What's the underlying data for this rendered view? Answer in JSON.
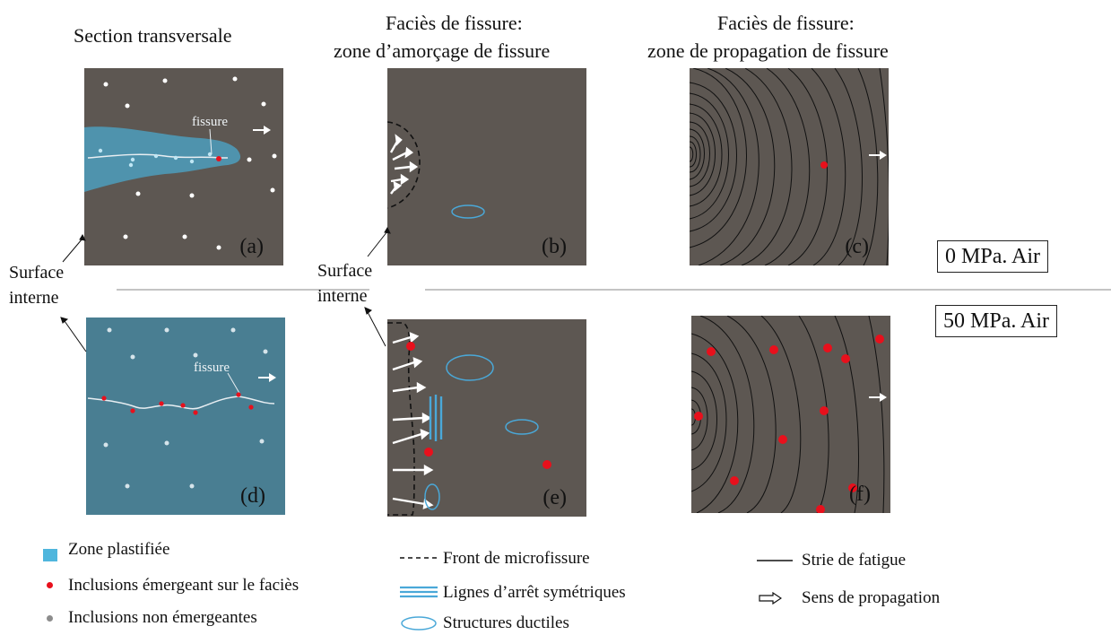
{
  "headers": {
    "col1": "Section transversale",
    "col2_line1": "Faciès de fissure:",
    "col2_line2": "zone d’amorçage de fissure",
    "col3_line1": "Faciès de fissure:",
    "col3_line2": "zone de propagation de fissure"
  },
  "panels": {
    "a": "(a)",
    "b": "(b)",
    "c": "(c)",
    "d": "(d)",
    "e": "(e)",
    "f": "(f)"
  },
  "crack_label_top": "fissure",
  "crack_label_bottom": "fissure",
  "surface_left": {
    "line1": "Surface",
    "line2": "interne"
  },
  "surface_mid": {
    "line1": "Surface",
    "line2": "interne"
  },
  "conditions": {
    "top": "0 MPa. Air",
    "bottom": "50 MPa. Air"
  },
  "legend": {
    "plastic_zone": "Zone plastifiée",
    "emerging_inclusions": "Inclusions émergeant sur le faciès",
    "non_emerging_inclusions": "Inclusions non émergeantes",
    "microcrack_front": "Front de microfissure",
    "arrest_lines": "Lignes d’arrêt symétriques",
    "ductile_structures": "Structures ductiles",
    "fatigue_striation": "Strie de fatigue",
    "propagation_direction": "Sens de propagation"
  },
  "colors": {
    "surface": "#5d5752",
    "plastic_zone": "#4f93ad",
    "inclusion_emerging": "#e8101c",
    "inclusion_non_emerging": "#8c8c8c",
    "ductile_line": "#4aa8d8"
  }
}
